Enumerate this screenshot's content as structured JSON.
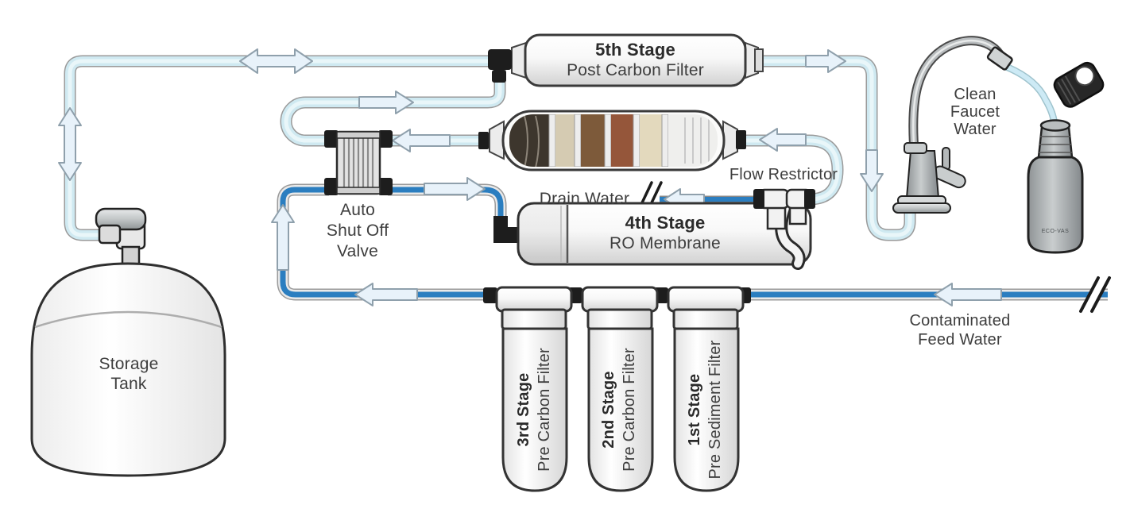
{
  "diagram": {
    "components": {
      "post_carbon_filter": {
        "stage": "5th Stage",
        "name": "Post Carbon Filter"
      },
      "ro_membrane": {
        "stage": "4th Stage",
        "name": "RO Membrane"
      },
      "pre_carbon_filter_stage3": {
        "stage": "3rd Stage",
        "name": "Pre Carbon Filter"
      },
      "pre_carbon_filter_stage2": {
        "stage": "2nd Stage",
        "name": "Pre Carbon Filter"
      },
      "pre_sediment_filter_stage1": {
        "stage": "1st Stage",
        "name": "Pre Sediment Filter"
      },
      "auto_shut_off_valve": {
        "label": [
          "Auto",
          "Shut Off",
          "Valve"
        ]
      },
      "storage_tank": {
        "label": [
          "Storage",
          "Tank"
        ]
      },
      "faucet": {
        "label": [
          "Clean",
          "Faucet",
          "Water"
        ]
      },
      "flow_restrictor": {
        "label": "Flow Restrictor"
      },
      "drain": {
        "label": "Drain Water"
      },
      "feed_water": {
        "label": [
          "Contaminated",
          "Feed Water"
        ]
      },
      "bottle": {
        "brand": "ECO-VAS"
      }
    },
    "colors": {
      "clean_water_pipe": "#cfe9f1",
      "feed_water_pipe": "#2b7ec0",
      "pipe_casing": "#9a9a9a",
      "arrow_fill": "#e8f2fa",
      "component_outline": "#333333",
      "label_text": "#3e3e3e"
    }
  }
}
